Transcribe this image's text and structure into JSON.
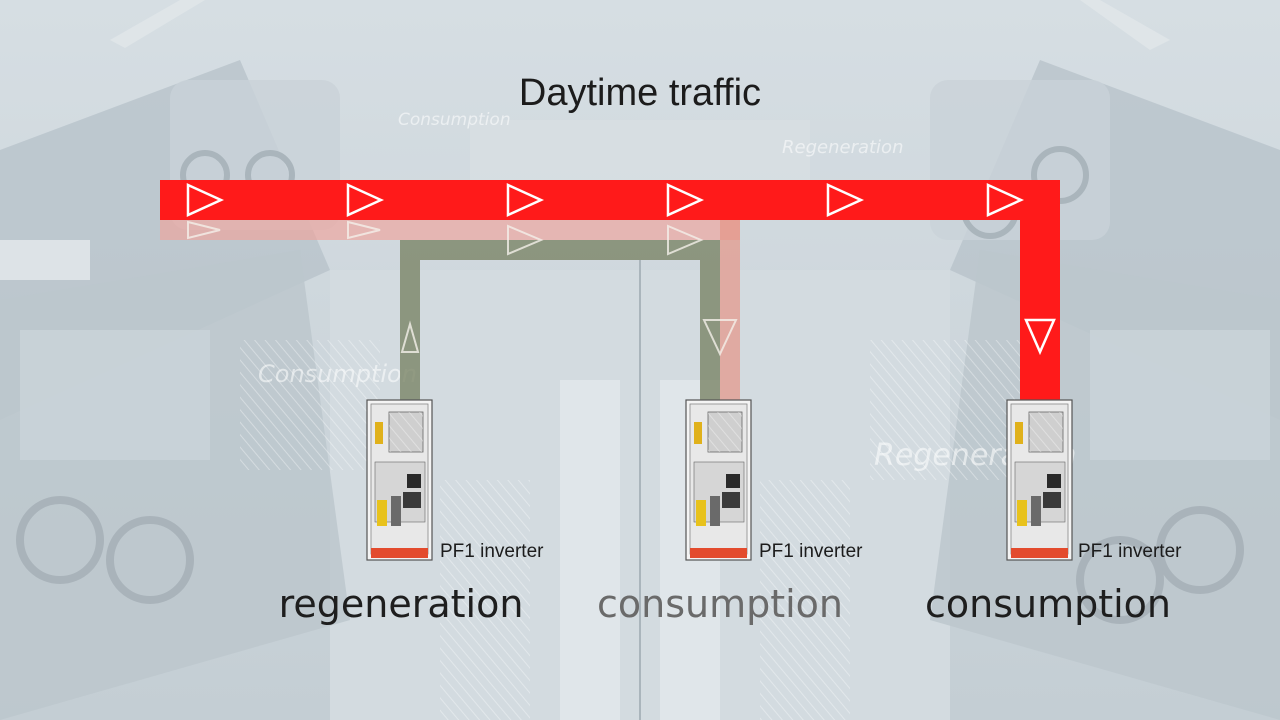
{
  "title": "Daytime traffic",
  "background_ghost_labels": [
    "Consumption",
    "Regeneration",
    "Consumption",
    "Regeneration"
  ],
  "inverters": [
    {
      "label": "PF1 inverter",
      "mode": "regeneration",
      "mode_color": "#1e1e1e"
    },
    {
      "label": "PF1 inverter",
      "mode": "consumption",
      "mode_color": "#6a6a6a"
    },
    {
      "label": "PF1 inverter",
      "mode": "consumption",
      "mode_color": "#1e1e1e"
    }
  ],
  "colors": {
    "main_flow": "#ff1a1a",
    "faded_flow": "#f0a39b",
    "regen_flow": "#7a8466",
    "mixed_flow": "#9c6e58"
  },
  "icons": [
    "flow-arrow-icon",
    "inverter-cabinet-icon"
  ]
}
